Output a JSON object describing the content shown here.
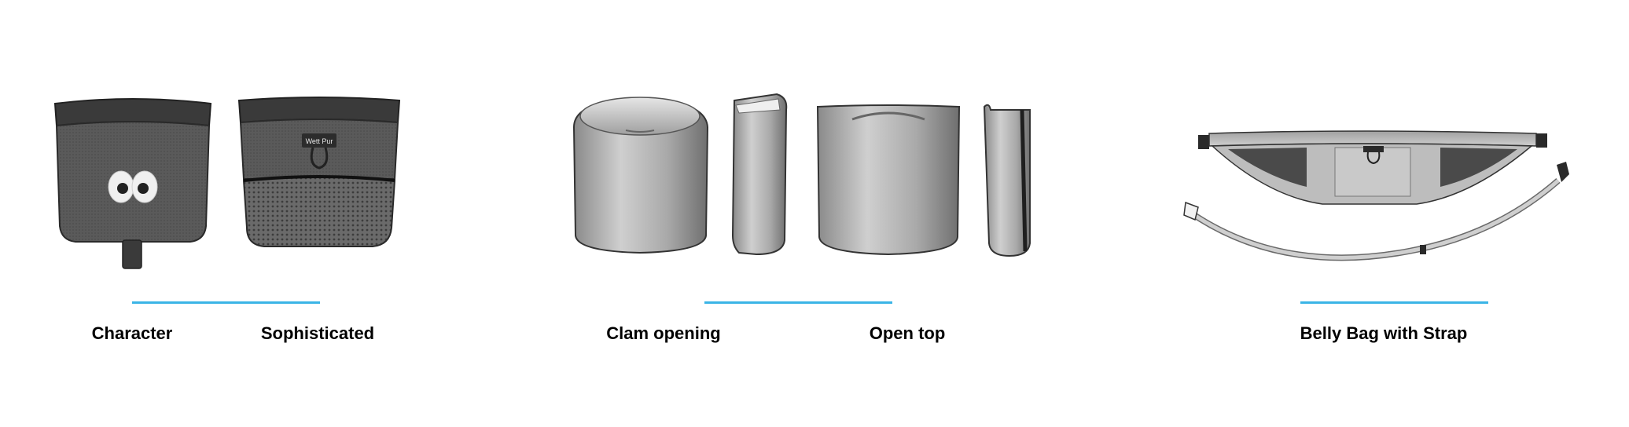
{
  "colors": {
    "accent_line": "#3ab4e6",
    "label_text": "#000000",
    "background": "#ffffff"
  },
  "groups": [
    {
      "items": [
        {
          "label": "Character",
          "icon": "pouch-with-eyes-icon"
        },
        {
          "label": "Sophisticated",
          "icon": "pouch-with-mesh-pocket-icon"
        }
      ]
    },
    {
      "items": [
        {
          "label": "Clam opening",
          "icon": "round-bin-with-clam-lid-icon"
        },
        {
          "label": "Open top",
          "icon": "open-top-bin-icon"
        }
      ]
    },
    {
      "items": [
        {
          "label": "Belly Bag with Strap",
          "icon": "belly-bag-with-strap-icon"
        }
      ]
    }
  ],
  "brand_tag": "Wett Pur"
}
